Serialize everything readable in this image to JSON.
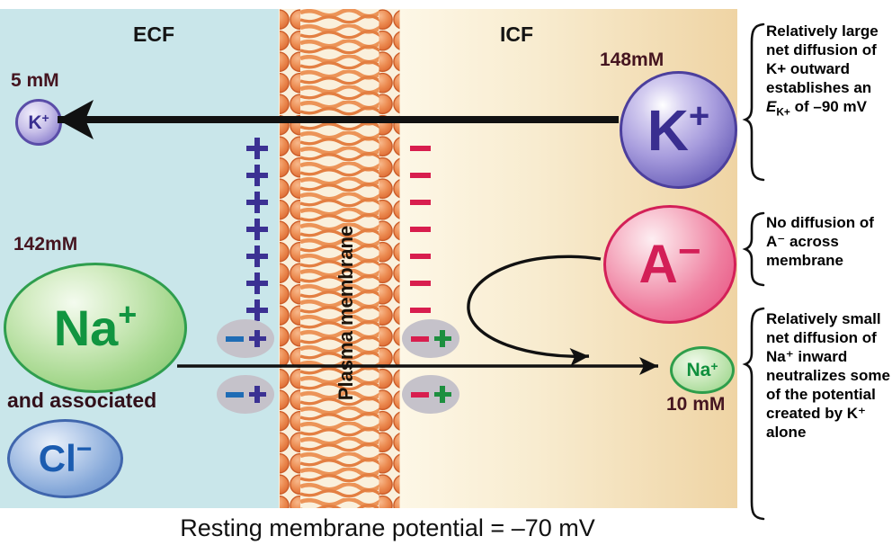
{
  "regions": {
    "ecf_label": "ECF",
    "icf_label": "ICF",
    "membrane_label": "Plasma membrane"
  },
  "ions": {
    "k_small": {
      "symbol": "K",
      "charge": "+",
      "conc": "5 mM"
    },
    "k_large": {
      "symbol": "K",
      "charge": "+",
      "conc": "148mM"
    },
    "a_anion": {
      "symbol": "A",
      "charge": "−"
    },
    "na_large": {
      "symbol": "Na",
      "charge": "+",
      "conc": "142mM"
    },
    "na_small": {
      "symbol": "Na",
      "charge": "+",
      "conc": "10 mM"
    },
    "cl": {
      "symbol": "Cl",
      "charge": "−"
    },
    "associated_label": "and associated"
  },
  "membrane_charges": {
    "ecf_plus_count": 7,
    "icf_minus_count": 7,
    "dipole_pairs_ecf": 2,
    "dipole_pairs_icf": 2
  },
  "annotations": {
    "k": {
      "before": "Relatively large net diffusion of K+ outward establishes an ",
      "e_symbol": "E",
      "e_sub": "K+",
      "after": " of –90 mV"
    },
    "a": "No diffusion of A⁻ across membrane",
    "na": "Relatively small net diffusion of Na⁺ inward neutralizes some of the potential created by K⁺ alone"
  },
  "caption": "Resting membrane potential = –70 mV",
  "colors": {
    "ecf_background": "#c9e6ea",
    "icf_background_light": "#fdf7e6",
    "icf_background_dark": "#efd4a4",
    "membrane_orange": "#e8824a",
    "plus_ecf": "#3b3193",
    "minus_icf": "#d81e4e",
    "potassium_purple": "#392e90",
    "anion_pink": "#d31f57",
    "sodium_green": "#119540",
    "chloride_blue": "#1b5cb0",
    "label_maroon": "#451520"
  }
}
